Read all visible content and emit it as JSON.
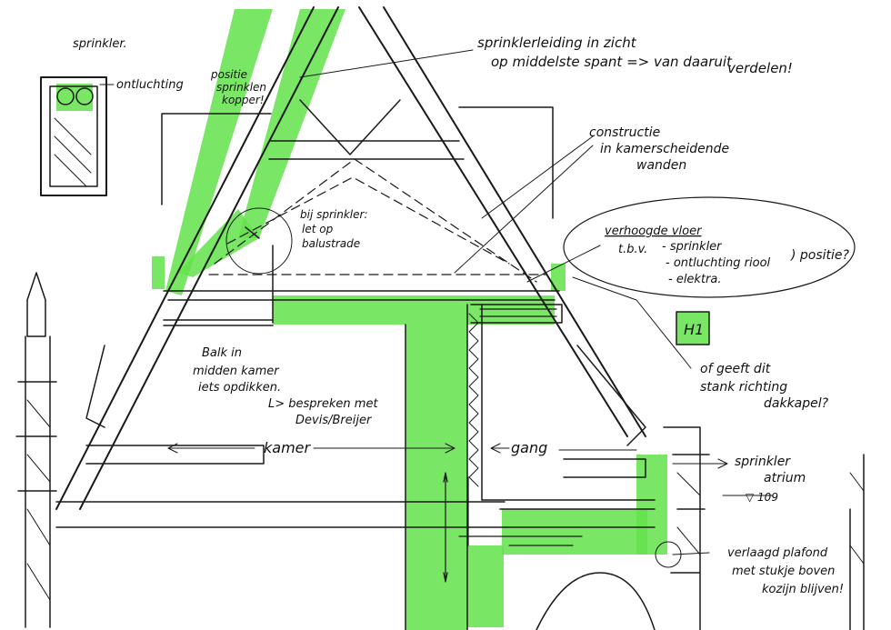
{
  "colors": {
    "highlight": "#63e24a",
    "ink": "#1a1a1a"
  },
  "labels": {
    "sprinkler_top": "sprinkler.",
    "ontluchting": "ontluchting",
    "positie_kopper": [
      "positie",
      "sprinklen",
      "kopper!"
    ],
    "leiding": [
      "sprinklerleiding in zicht",
      "op middelste spant => van daaruit",
      "verdelen!"
    ],
    "constructie": [
      "constructie",
      "in kamerscheidende",
      "wanden"
    ],
    "bij_sprinkler": [
      "bij sprinkler:",
      "let op",
      "balustrade"
    ],
    "verhoogde": [
      "verhoogde vloer",
      "t.b.v.",
      "- sprinkler",
      "- ontluchting riool",
      "- elektra.",
      ") positie?"
    ],
    "h1": "H1",
    "balk": [
      "Balk in",
      "midden kamer",
      "iets opdikken."
    ],
    "bespreken": [
      "L> bespreken met",
      "Devis/Breijer"
    ],
    "kamer": "kamer",
    "gang": "gang",
    "geeft": [
      "of geeft dit",
      "stank richting",
      "dakkapel?"
    ],
    "sprinkler_atrium": [
      "sprinkler",
      "atrium"
    ],
    "level": "▽ 109",
    "plafond": [
      "verlaagd plafond",
      "met stukje boven",
      "kozijn blijven!"
    ]
  }
}
